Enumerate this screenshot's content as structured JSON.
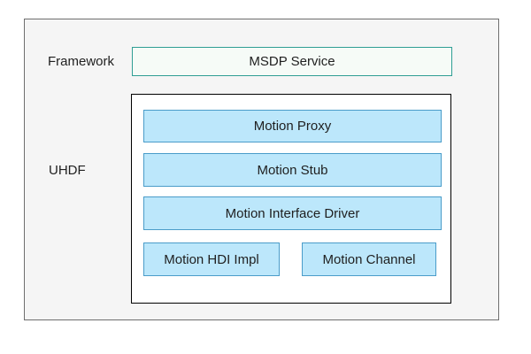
{
  "labels": {
    "framework": "Framework",
    "uhdf": "UHDF"
  },
  "framework_layer": {
    "msdp_service": "MSDP Service"
  },
  "uhdf_layer": {
    "motion_proxy": "Motion Proxy",
    "motion_stub": "Motion Stub",
    "motion_interface_driver": "Motion Interface Driver",
    "motion_hdi_impl": "Motion HDI Impl",
    "motion_channel": "Motion Channel"
  },
  "colors": {
    "page_background": "#ffffff",
    "outer_panel_background": "#f5f5f5",
    "outer_panel_border": "#6e6e6e",
    "msdp_background": "#f6fbf7",
    "msdp_border": "#2f9e94",
    "uhdf_container_border": "#000000",
    "uhdf_container_background": "#ffffff",
    "component_background": "#bce7fb",
    "component_border": "#4a9cc9",
    "text": "#1f1f1f"
  }
}
